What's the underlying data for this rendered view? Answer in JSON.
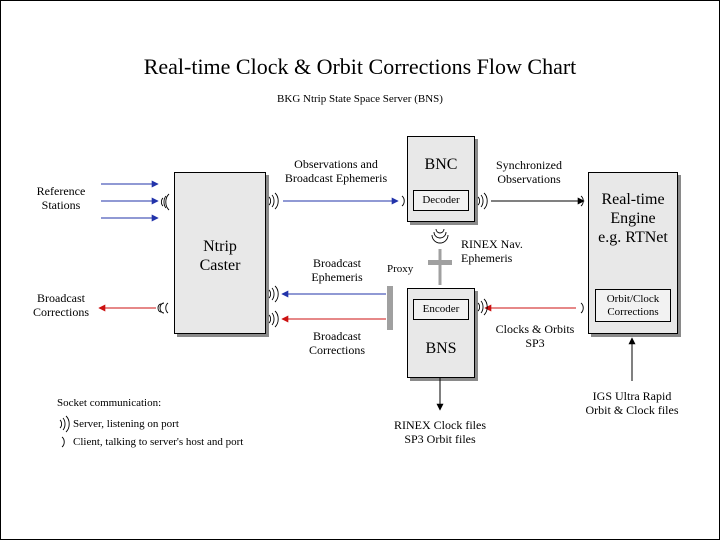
{
  "title": "Real-time Clock & Orbit Corrections Flow Chart",
  "subtitle": "BKG Ntrip State Space Server  (BNS)",
  "left_labels": {
    "reference_stations": [
      "Reference",
      "Stations"
    ],
    "broadcast_corrections": [
      "Broadcast",
      "Corrections"
    ]
  },
  "ntrip_caster": {
    "title": [
      "Ntrip",
      "Caster"
    ]
  },
  "bnc": {
    "title": "BNC",
    "decoder": "Decoder"
  },
  "bns": {
    "title": "BNS",
    "encoder": "Encoder"
  },
  "rtengine": {
    "title": [
      "Real-time",
      "Engine",
      "e.g. RTNet"
    ],
    "orbit_clock": [
      "Orbit/Clock",
      "Corrections"
    ]
  },
  "flow_labels": {
    "obs_broadcast_eph": [
      "Observations and",
      "Broadcast Ephemeris"
    ],
    "sync_obs": [
      "Synchronized",
      "Observations"
    ],
    "rinex_nav": [
      "RINEX Nav.",
      "Ephemeris"
    ],
    "proxy": "Proxy",
    "broadcast_eph": [
      "Broadcast",
      "Ephemeris"
    ],
    "broadcast_corr": [
      "Broadcast",
      "Corrections"
    ],
    "clocks_orbits": [
      "Clocks & Orbits",
      "SP3"
    ],
    "rinex_clock": [
      "RINEX Clock files",
      "SP3 Orbit files"
    ],
    "igs": [
      "IGS Ultra Rapid",
      "Orbit & Clock files"
    ]
  },
  "legend": {
    "heading": "Socket communication:",
    "server": "Server, listening on port",
    "client": "Client, talking to server's host and port"
  },
  "colors": {
    "blue": "#2233aa",
    "red": "#cc1111",
    "proxy_bar": "#a0a0a0",
    "box_fill": "#e8e8e8",
    "shadow": "#8a8a8a"
  }
}
